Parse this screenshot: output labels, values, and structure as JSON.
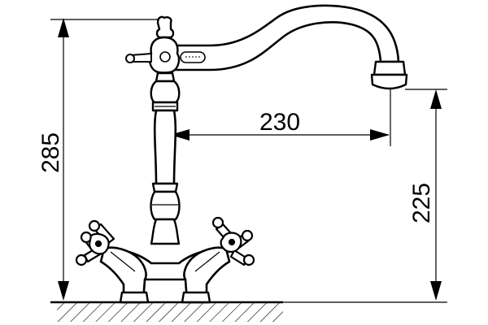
{
  "drawing": {
    "type": "technical-drawing",
    "subject": "kitchen-mixer-tap",
    "line_color": "#000000",
    "background": "#ffffff",
    "dimensions": {
      "total_height": "285",
      "spout_reach": "230",
      "spout_height": "225"
    }
  }
}
